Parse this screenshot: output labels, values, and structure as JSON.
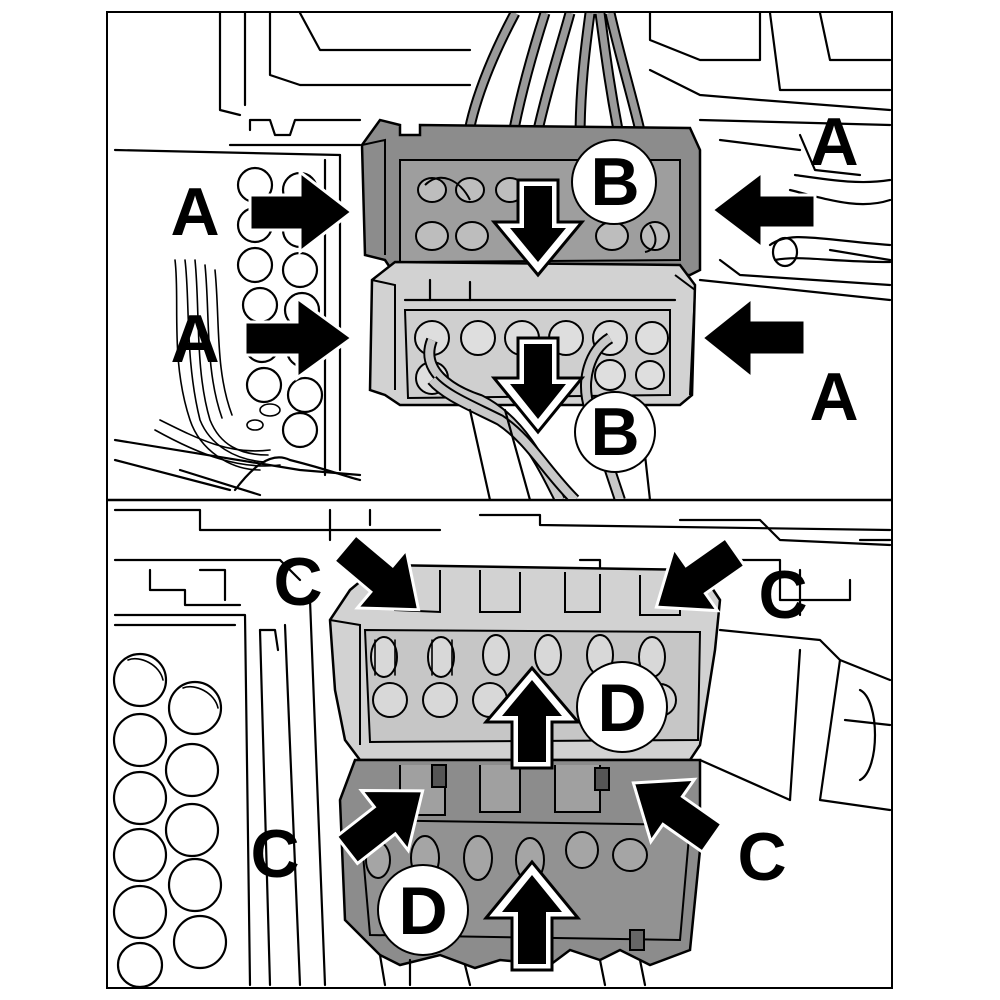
{
  "colors": {
    "background": "#ffffff",
    "line": "#000000",
    "connector_dark": "#8c8c8c",
    "connector_mid": "#bdbdbd",
    "connector_light": "#d2d2d2",
    "arrow": "#000000",
    "label_bg": "#ffffff"
  },
  "panels": [
    {
      "id": "top",
      "description": "",
      "labels": [
        "A",
        "A",
        "A",
        "A",
        "B",
        "B"
      ]
    },
    {
      "id": "bottom",
      "description": "",
      "labels": [
        "C",
        "C",
        "C",
        "C",
        "D",
        "D"
      ]
    }
  ],
  "callouts": {
    "top_left_upper": "A",
    "top_left_lower": "A",
    "top_right_upper": "A",
    "top_right_lower": "A",
    "top_b_upper": "B",
    "top_b_lower": "B",
    "bottom_c_top_left": "C",
    "bottom_c_top_right": "C",
    "bottom_c_lower_left": "C",
    "bottom_c_lower_right": "C",
    "bottom_d_upper": "D",
    "bottom_d_lower": "D"
  },
  "icons": {
    "press_arrow": "arrow-icon",
    "press_arrow_outlined": "outlined-arrow-icon"
  }
}
